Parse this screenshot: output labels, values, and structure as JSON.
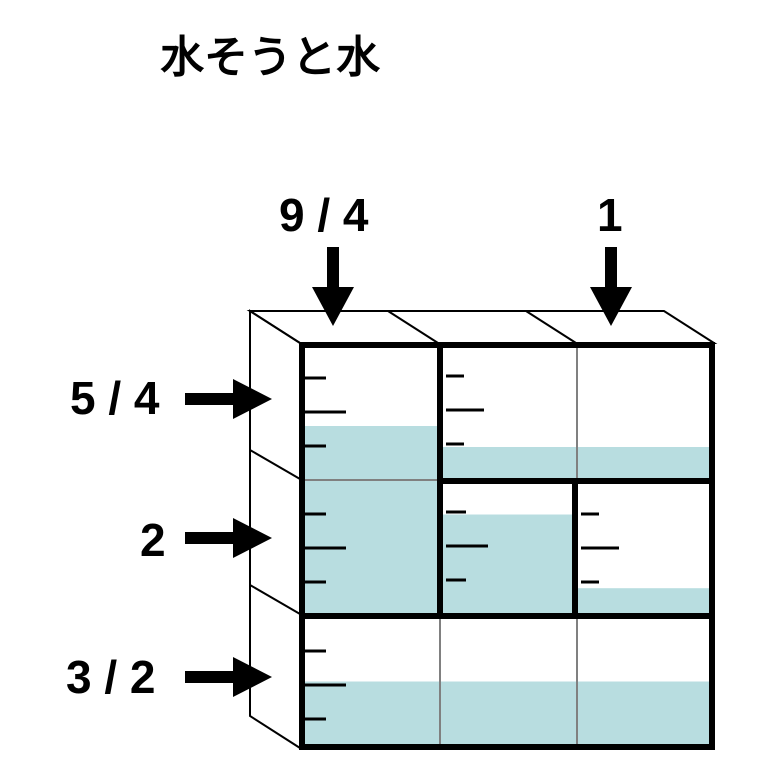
{
  "title": "水そうと水",
  "column_clues": [
    "9 / 4",
    "1"
  ],
  "row_clues": [
    "5 / 4",
    "2",
    "3 / 2"
  ],
  "colors": {
    "water": "#b8dde0",
    "line": "#000000",
    "thin_line": "#808080",
    "background": "#ffffff"
  },
  "tanks": [
    {
      "name": "tank-left-tall",
      "water_level": 0.7
    },
    {
      "name": "tank-top-right-wide",
      "water_level": 0.25
    },
    {
      "name": "tank-middle-center",
      "water_level": 0.75
    },
    {
      "name": "tank-middle-right",
      "water_level": 0.2
    },
    {
      "name": "tank-bottom-wide",
      "water_level": 0.5
    }
  ]
}
